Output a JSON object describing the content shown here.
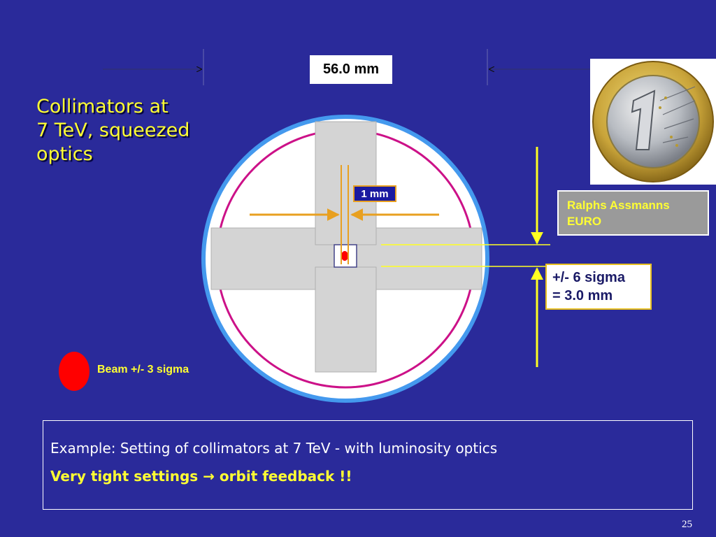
{
  "title": {
    "line1": "Collimators at",
    "line2": "7 TeV, squeezed",
    "line3": "optics"
  },
  "dimension_label": "56.0 mm",
  "gap_label": "1 mm",
  "coin_box": {
    "label": "Ralphs  Assmanns",
    "label2": "EURO"
  },
  "sigma_box": {
    "line1": "+/- 6 sigma",
    "line2": "= 3.0 mm"
  },
  "beam_legend": "Beam  +/-  3 sigma",
  "example": {
    "line1": "Example: Setting of collimators at 7 TeV - with luminosity optics",
    "line2_prefix": "Very tight settings",
    "arrow": "→",
    "line2_suffix": "orbit feedback !!"
  },
  "page_number": "25",
  "colors": {
    "background": "#2a2a9a",
    "title_yellow": "#ffff33",
    "beam_red": "#ff0000",
    "jaw_gray": "#d4d4d4",
    "aperture_magenta": "#cc1188",
    "vacuum_chamber_blue": "#4499ee",
    "arrow_orange": "#e8a020"
  },
  "icons": {
    "coin": "euro-coin-icon"
  }
}
